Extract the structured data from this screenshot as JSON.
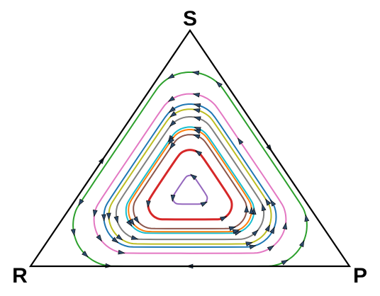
{
  "vertices": {
    "top": "S",
    "left": "R",
    "right": "P"
  },
  "orbits": [
    {
      "color": "#2ca02c",
      "level": 0.95
    },
    {
      "color": "#e377c2",
      "level": 0.78
    },
    {
      "color": "#1f77b4",
      "level": 0.7
    },
    {
      "color": "#bcbd22",
      "level": 0.66
    },
    {
      "color": "#7f7f7f",
      "level": 0.6
    },
    {
      "color": "#17becf",
      "level": 0.52
    },
    {
      "color": "#ff7f0e",
      "level": 0.5
    },
    {
      "color": "#8c564b",
      "level": 0.46
    },
    {
      "color": "#d62728",
      "level": 0.34
    },
    {
      "color": "#9467bd",
      "level": 0.14
    }
  ],
  "arrow_color": "#2b4a6b"
}
